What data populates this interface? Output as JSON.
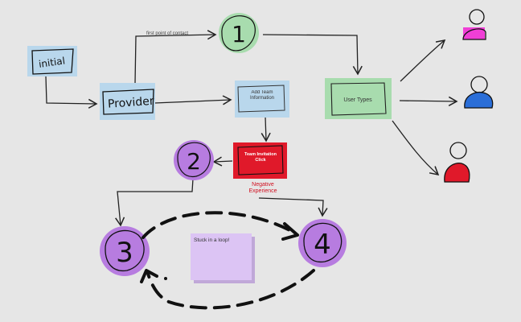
{
  "nodes": {
    "initial": "initial",
    "provider": "Provider",
    "add_team": "Add Team Information",
    "user_types": "User Types",
    "team_invitation": "Team Invitation Click",
    "step1": "1",
    "step2": "2",
    "step3": "3",
    "step4": "4"
  },
  "edges": {
    "first_contact": "first point of contact",
    "negative": "Negative Experience"
  },
  "sticky_note": "Stuck in a loop!",
  "colors": {
    "background": "#e6e6e6",
    "blue_box": "#b9d7ec",
    "green_box": "#a8dcae",
    "red_box": "#e0192a",
    "purple_circle": "#b77ce0",
    "sticky": "#dcc4f4",
    "user_pink": "#f03fd6",
    "user_blue": "#2a6ed8",
    "user_red": "#e0192a"
  }
}
